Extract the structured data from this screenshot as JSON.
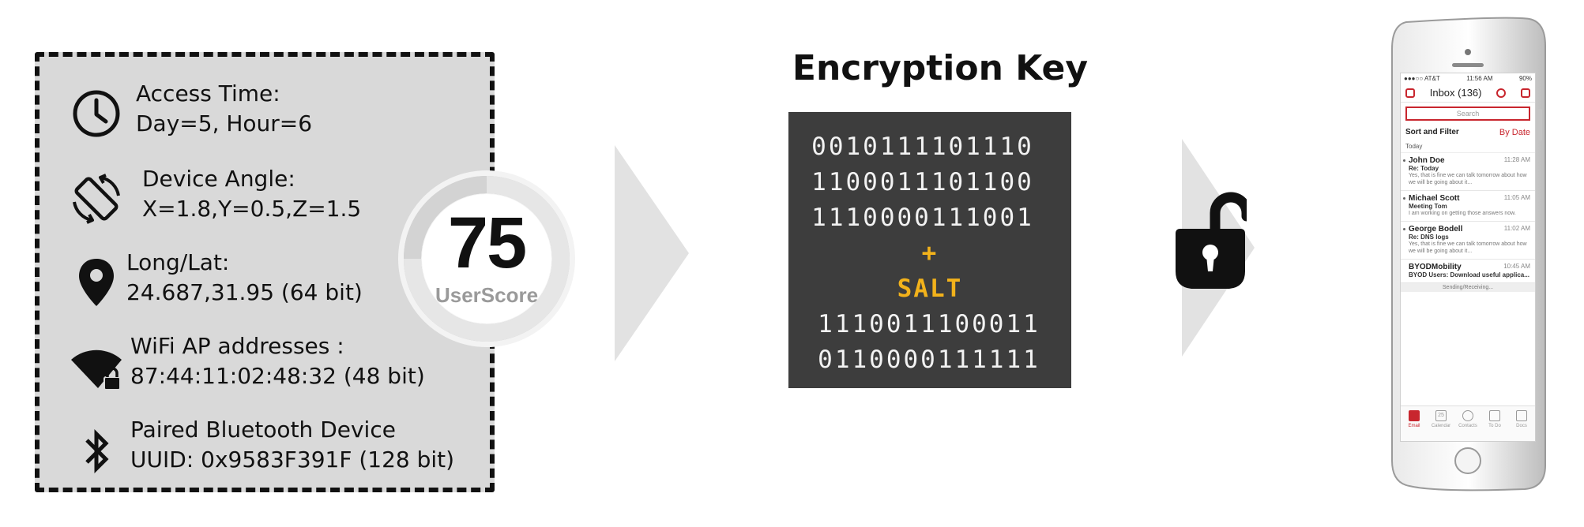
{
  "factors": [
    {
      "icon": "clock-icon",
      "label": "Access Time:",
      "value": "Day=5, Hour=6"
    },
    {
      "icon": "rotate-device-icon",
      "label": "Device Angle:",
      "value": "X=1.8,Y=0.5,Z=1.5"
    },
    {
      "icon": "location-pin-icon",
      "label": "Long/Lat:",
      "value": "24.687,31.95 (64 bit)"
    },
    {
      "icon": "wifi-lock-icon",
      "label": "WiFi AP addresses :",
      "value": "87:44:11:02:48:32 (48 bit)"
    },
    {
      "icon": "bluetooth-icon",
      "label": "Paired Bluetooth Device",
      "value": "UUID: 0x9583F391F (128 bit)"
    }
  ],
  "score": {
    "value": "75",
    "label": "UserScore",
    "fraction": 0.75
  },
  "key": {
    "title": "Encryption Key",
    "lines": [
      "0010111101110",
      "1100011101100",
      "1110000111001"
    ],
    "plus": "+",
    "salt": "SALT",
    "salted_lines": [
      "1110011100011",
      "0110000111111"
    ]
  },
  "phone": {
    "carrier": "●●●○○ AT&T",
    "clock": "11:56 AM",
    "battery": "90%",
    "inbox_title": "Inbox (136)",
    "search_placeholder": "Search",
    "sort_label": "Sort and Filter",
    "sort_value": "By Date",
    "section": "Today",
    "messages": [
      {
        "from": "John Doe",
        "time": "11:28 AM",
        "subject": "Re: Today",
        "preview": "Yes, that is fine we can talk tomorrow about how we will be going about it..."
      },
      {
        "from": "Michael Scott",
        "time": "11:05 AM",
        "subject": "Meeting Tom",
        "preview": "I am working on getting those answers now."
      },
      {
        "from": "George Bodell",
        "time": "11:02 AM",
        "subject": "Re: DNS logs",
        "preview": "Yes, that is fine we can talk tomorrow about how we will be going about it..."
      },
      {
        "from": "BYODMobility",
        "time": "10:45 AM",
        "subject": "BYOD Users: Download useful applica...",
        "preview": ""
      }
    ],
    "sending": "Sending/Receiving...",
    "tabs": [
      "Email",
      "Calendar",
      "Contacts",
      "To Do",
      "Docs"
    ],
    "calendar_day": "25"
  },
  "colors": {
    "panel": "#d9d9d9",
    "key_box": "#3d3d3d",
    "salt": "#f2b21b",
    "arrow": "#e2e2e2",
    "accent": "#c8262e"
  }
}
